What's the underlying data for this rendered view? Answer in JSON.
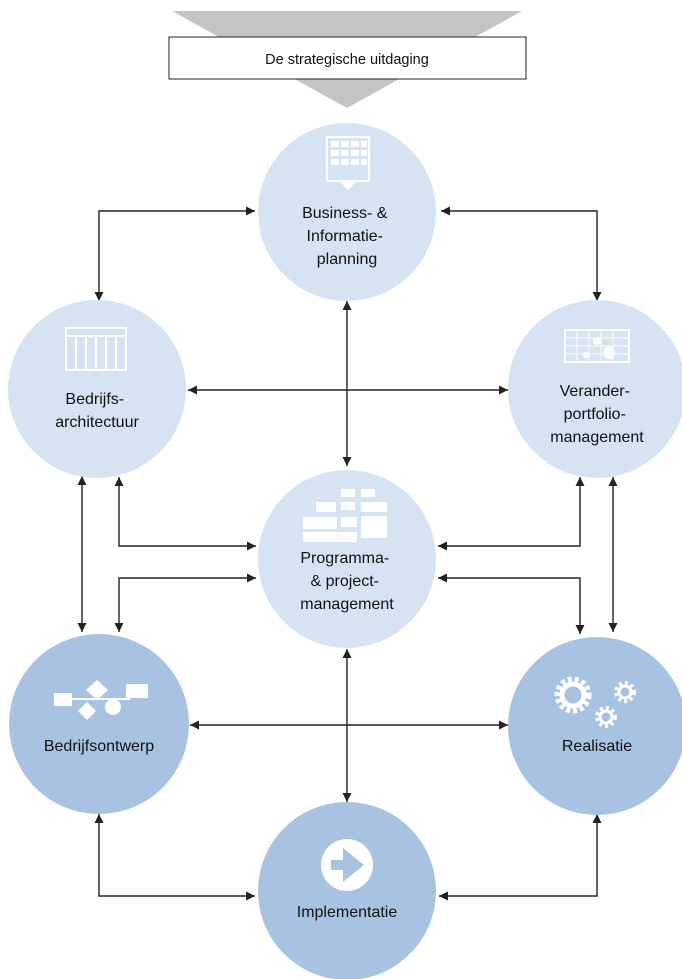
{
  "banner": {
    "label": "De strategische uitdaging"
  },
  "nodes": {
    "business": {
      "lines": [
        "Business- &",
        "Informatie-",
        "planning"
      ],
      "icon": "grid-table-icon"
    },
    "bedrijfsarchitectuur": {
      "lines": [
        "Bedrijfs-",
        "architectuur"
      ],
      "icon": "columns-table-icon"
    },
    "veranderportfolio": {
      "lines": [
        "Verander-",
        "portfolio-",
        "management"
      ],
      "icon": "portfolio-grid-icon"
    },
    "programma": {
      "lines": [
        "Programma-",
        "& project-",
        "management"
      ],
      "icon": "org-chart-icon"
    },
    "bedrijfsontwerp": {
      "lines": [
        "Bedrijfsontwerp"
      ],
      "icon": "process-flow-icon"
    },
    "realisatie": {
      "lines": [
        "Realisatie"
      ],
      "icon": "gears-icon"
    },
    "implementatie": {
      "lines": [
        "Implementatie"
      ],
      "icon": "arrow-circle-icon"
    }
  },
  "colors": {
    "light_circle": "#d5e3f2",
    "dark_circle": "#a8c2e2",
    "banner_gray": "#c4c4c4",
    "connector": "#222222"
  }
}
